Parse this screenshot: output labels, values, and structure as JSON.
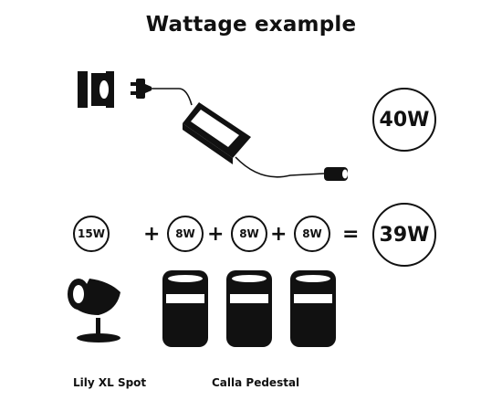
{
  "title": "Wattage example",
  "adapter_wattage": "40W",
  "equation": {
    "terms": [
      "15W",
      "8W",
      "8W",
      "8W"
    ],
    "plus": "+",
    "equals": "=",
    "total": "39W"
  },
  "labels": {
    "spot": "Lily XL Spot",
    "pedestal": "Calla Pedestal"
  },
  "icons": [
    "power-socket-icon",
    "plug-icon",
    "power-adapter-icon",
    "connector-icon",
    "spotlight-icon",
    "pedestal-light-icon"
  ],
  "colors": {
    "ink": "#111111",
    "background": "#ffffff"
  }
}
